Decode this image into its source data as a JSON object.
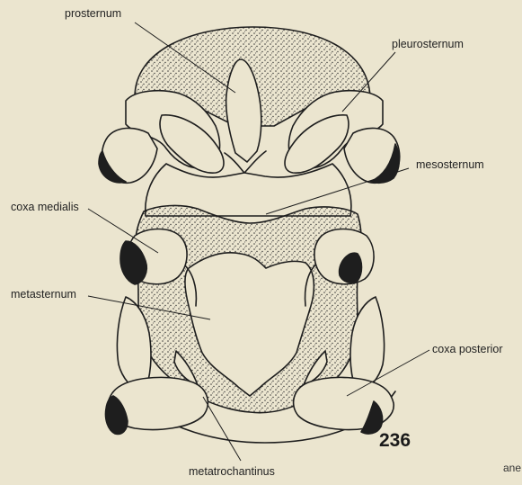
{
  "figure": {
    "number": "236",
    "fragment_text": "ane"
  },
  "labels": {
    "prosternum": "prosternum",
    "pleurosternum": "pleurosternum",
    "mesosternum": "mesosternum",
    "coxa_medialis": "coxa medialis",
    "metasternum": "metasternum",
    "coxa_posterior": "coxa posterior",
    "metatrochantinus": "metatrochantinus"
  },
  "colors": {
    "paper": "#ebe5cf",
    "ink": "#1e1e1e",
    "stipple": "#3a3a3a"
  }
}
